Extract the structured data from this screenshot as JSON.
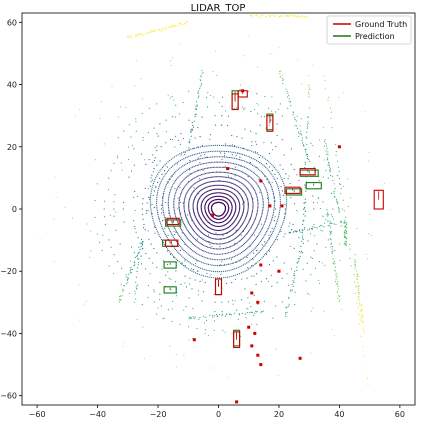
{
  "chart_data": {
    "type": "scatter",
    "title": "LIDAR_TOP",
    "xlabel": "",
    "ylabel": "",
    "xlim": [
      -65,
      65
    ],
    "ylim": [
      -63,
      63
    ],
    "xticks": [
      -60,
      -40,
      -20,
      0,
      20,
      40,
      60
    ],
    "yticks": [
      60,
      40,
      20,
      0,
      -20,
      -40,
      -60
    ],
    "grid": false,
    "legend": {
      "placement": "top-right",
      "entries": [
        {
          "label": "Ground Truth",
          "color": "#cc0000"
        },
        {
          "label": "Prediction",
          "color": "#1a7a1a"
        }
      ]
    },
    "boxes": {
      "ground_truth": [
        {
          "cx": 5.5,
          "cy": 34.5,
          "w": 2,
          "h": 5
        },
        {
          "cx": 17,
          "cy": 27.5,
          "w": 2,
          "h": 5
        },
        {
          "cx": 29.5,
          "cy": 12,
          "w": 5,
          "h": 2
        },
        {
          "cx": 24.5,
          "cy": 6,
          "w": 5,
          "h": 2
        },
        {
          "cx": 53,
          "cy": 3,
          "w": 3,
          "h": 6
        },
        {
          "cx": -15,
          "cy": -4,
          "w": 4,
          "h": 2
        },
        {
          "cx": -15.5,
          "cy": -11,
          "w": 4,
          "h": 2
        },
        {
          "cx": 0,
          "cy": -25,
          "w": 2,
          "h": 5
        },
        {
          "cx": 6,
          "cy": -42,
          "w": 2,
          "h": 5
        },
        {
          "cx": 8,
          "cy": 37,
          "w": 3,
          "h": 2
        }
      ],
      "prediction": [
        {
          "cx": 5.5,
          "cy": 35,
          "w": 2,
          "h": 6
        },
        {
          "cx": 17,
          "cy": 28,
          "w": 2,
          "h": 5
        },
        {
          "cx": 30,
          "cy": 11.5,
          "w": 6,
          "h": 2
        },
        {
          "cx": 31.5,
          "cy": 7.5,
          "w": 5,
          "h": 2
        },
        {
          "cx": 25,
          "cy": 5.5,
          "w": 5,
          "h": 2
        },
        {
          "cx": -15,
          "cy": -4.5,
          "w": 5,
          "h": 2
        },
        {
          "cx": -16,
          "cy": -11,
          "w": 5,
          "h": 2
        },
        {
          "cx": -16,
          "cy": -18,
          "w": 4,
          "h": 2
        },
        {
          "cx": -16,
          "cy": -26,
          "w": 4,
          "h": 2
        },
        {
          "cx": 0,
          "cy": -25,
          "w": 2,
          "h": 5
        },
        {
          "cx": 6,
          "cy": -41.5,
          "w": 2,
          "h": 5
        }
      ]
    },
    "markers": [
      {
        "x": 3,
        "y": 13
      },
      {
        "x": 14,
        "y": 9
      },
      {
        "x": 21,
        "y": 1
      },
      {
        "x": 17,
        "y": 1
      },
      {
        "x": -2,
        "y": -2
      },
      {
        "x": 14,
        "y": -18
      },
      {
        "x": 13,
        "y": -30
      },
      {
        "x": 10,
        "y": -38
      },
      {
        "x": 13,
        "y": -47
      },
      {
        "x": 14,
        "y": -50
      },
      {
        "x": 27,
        "y": -48
      },
      {
        "x": 6,
        "y": -62
      },
      {
        "x": 40,
        "y": 20
      },
      {
        "x": 20,
        "y": -20
      },
      {
        "x": 11,
        "y": -27
      },
      {
        "x": 12,
        "y": -40
      },
      {
        "x": -8,
        "y": -42
      },
      {
        "x": 11,
        "y": -44
      },
      {
        "x": 8,
        "y": 38
      }
    ]
  }
}
